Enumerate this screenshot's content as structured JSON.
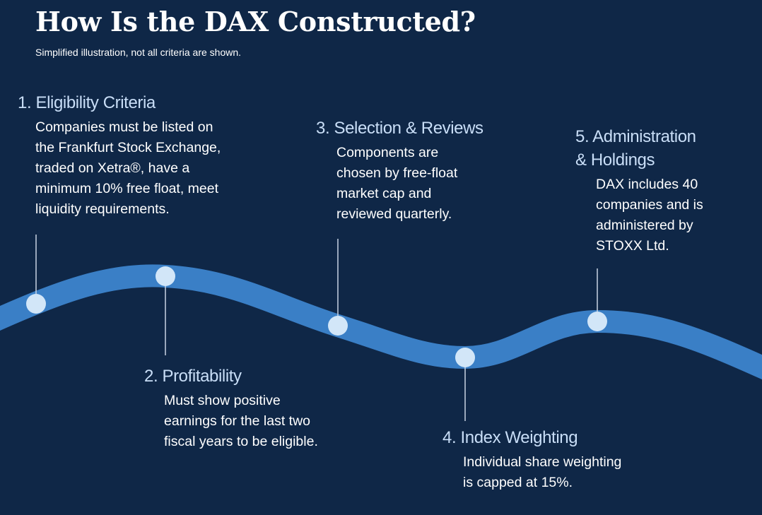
{
  "header": {
    "title": "How Is the DAX Constructed?",
    "subtitle": "Simplified illustration, not all criteria are shown."
  },
  "colors": {
    "background": "#0f2747",
    "wave": "#3a7fc6",
    "node": "#d2e6f8",
    "heading": "#c9def7",
    "connector": "#c8d4e3"
  },
  "steps": [
    {
      "title": "1. Eligibility Criteria",
      "lines": [
        "Companies must be listed on",
        "the Frankfurt Stock Exchange,",
        "traded on Xetra®, have a",
        "minimum 10% free float, meet",
        "liquidity requirements."
      ]
    },
    {
      "title": "2. Profitability",
      "lines": [
        "Must show positive",
        "earnings for the last two",
        "fiscal years to be eligible."
      ]
    },
    {
      "title": "3. Selection & Reviews",
      "lines": [
        "Components are",
        "chosen by free-float",
        "market cap and",
        "reviewed quarterly."
      ]
    },
    {
      "title": "4. Index Weighting",
      "lines": [
        "Individual share weighting",
        "is capped at 15%."
      ]
    },
    {
      "title_lines": [
        "5. Administration",
        "& Holdings"
      ],
      "lines": [
        "DAX includes 40",
        "companies and is",
        "administered by",
        "STOXX Ltd."
      ]
    }
  ]
}
